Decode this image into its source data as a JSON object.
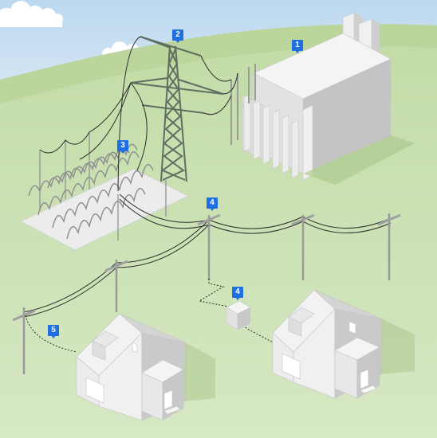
{
  "colors": {
    "sky_top": "#cfe3f3",
    "sky_bottom": "#e8f2fa",
    "hill": "#b9d39a",
    "ground": "#cfe3b6",
    "ground_light": "#dbeccc",
    "structure_light": "#f2f2f2",
    "structure_mid": "#d9d9d9",
    "structure_dark": "#b8b8b8",
    "tower": "#5f6f62",
    "wire": "#2b2b2b",
    "marker": "#1f6fe0"
  },
  "markers": [
    {
      "id": "power-plant",
      "label": "1",
      "icon": "map-pin-icon"
    },
    {
      "id": "transmission-tower",
      "label": "2",
      "icon": "map-pin-icon"
    },
    {
      "id": "substation",
      "label": "3",
      "icon": "map-pin-icon"
    },
    {
      "id": "distribution-transformer-pole",
      "label": "4",
      "icon": "map-pin-icon"
    },
    {
      "id": "pad-mount-transformer",
      "label": "4",
      "icon": "map-pin-icon"
    },
    {
      "id": "service-drop",
      "label": "5",
      "icon": "map-pin-icon"
    }
  ]
}
